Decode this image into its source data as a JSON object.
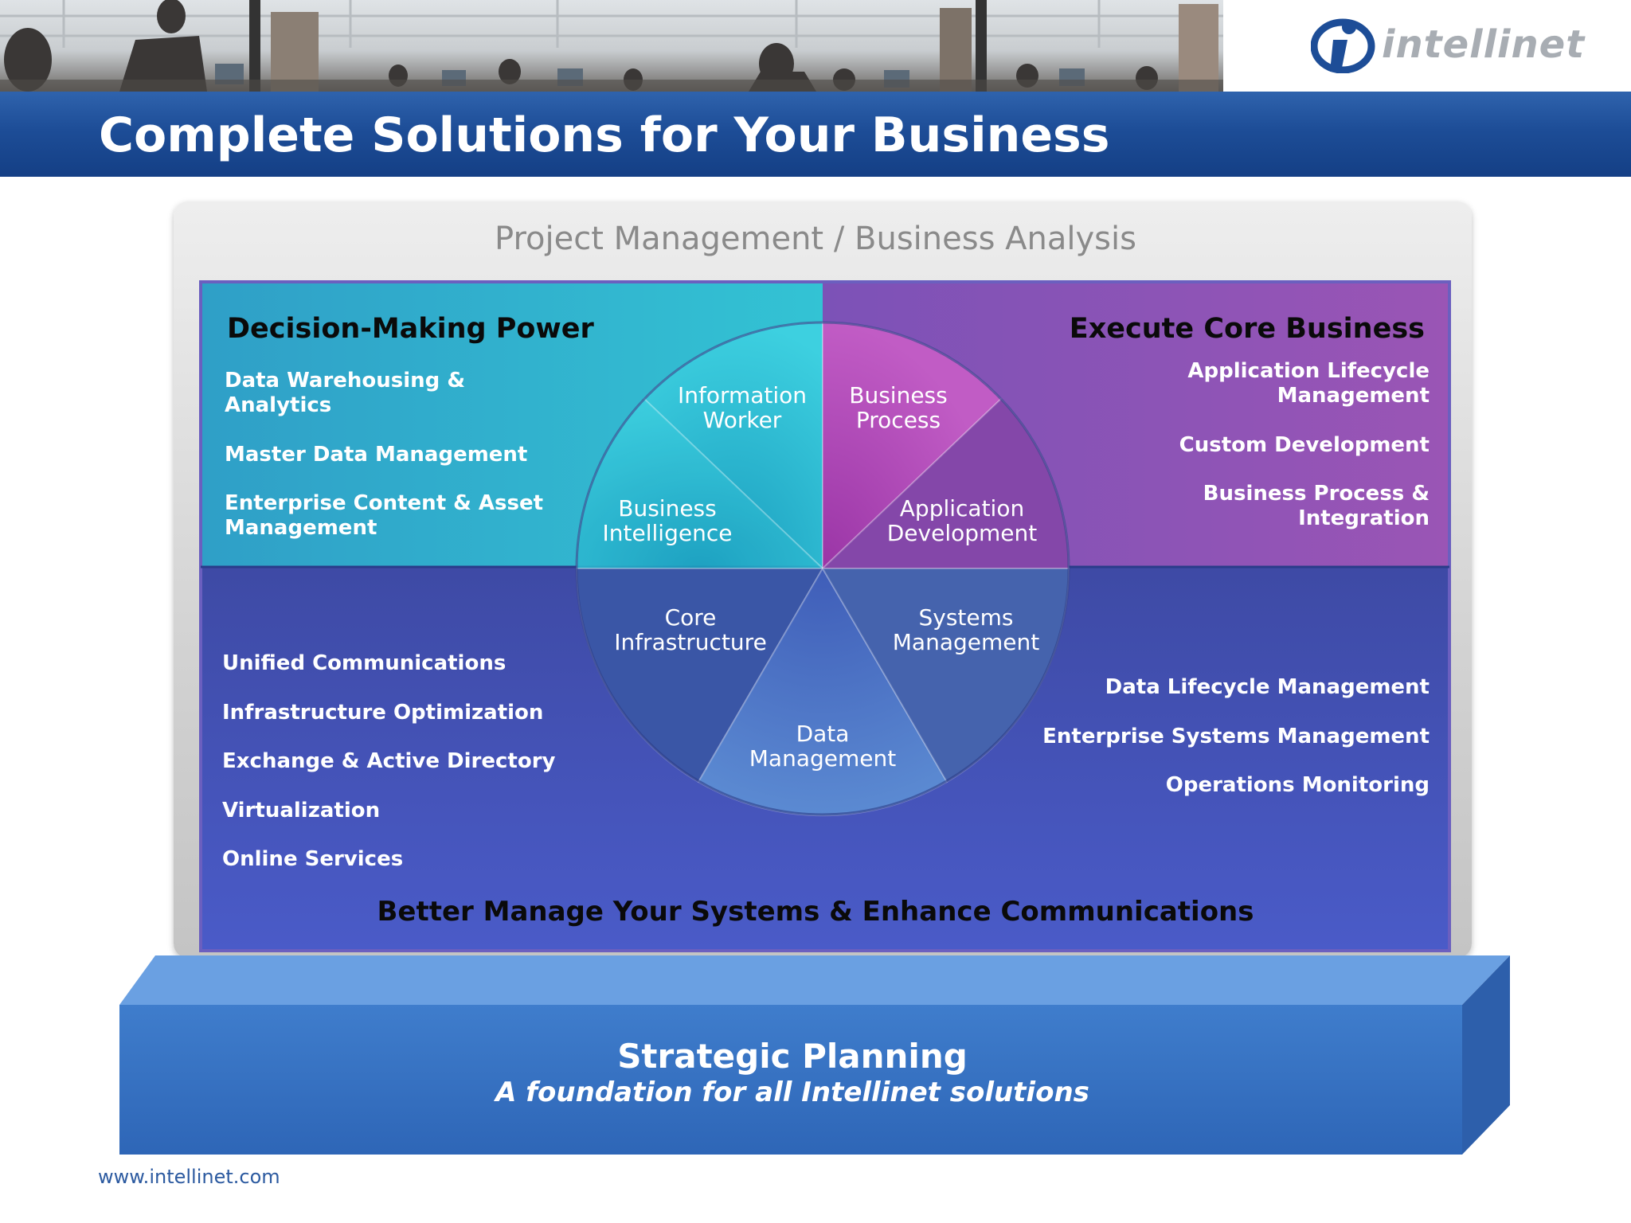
{
  "brand": {
    "logo_text": "intellinet",
    "colors": {
      "primary": "#1d4d97",
      "logo_gray": "#a8adb3",
      "footer_link": "#2c5aa0"
    }
  },
  "header": {
    "title": "Complete Solutions for Your Business"
  },
  "frame": {
    "heading": "Project Management / Business Analysis"
  },
  "quadrants": {
    "top_left": {
      "title": "Decision-Making Power",
      "items": [
        "Data Warehousing & Analytics",
        "Master Data Management",
        "Enterprise Content & Asset Management"
      ],
      "color": "#2fb8cf"
    },
    "top_right": {
      "title": "Execute Core Business",
      "items": [
        "Application Lifecycle Management",
        "Custom Development",
        "Business Process & Integration"
      ],
      "color": "#8a4fb3"
    },
    "bottom_left": {
      "items": [
        "Unified Communications",
        "Infrastructure Optimization",
        "Exchange & Active Directory",
        "Virtualization",
        "Online Services"
      ],
      "color": "#4454b8"
    },
    "bottom_right": {
      "items": [
        "Data Lifecycle Management",
        "Enterprise Systems Management",
        "Operations Monitoring"
      ],
      "color": "#4454b8"
    },
    "bottom_title": "Better Manage Your Systems & Enhance Communications"
  },
  "wheel_segments": {
    "information_worker": "Information\nWorker",
    "business_intelligence": "Business\nIntelligence",
    "business_process": "Business\nProcess",
    "application_development": "Application\nDevelopment",
    "core_infrastructure": "Core\nInfrastructure",
    "systems_management": "Systems\nManagement",
    "data_management": "Data\nManagement"
  },
  "foundation": {
    "title": "Strategic Planning",
    "subtitle": "A foundation for all Intellinet solutions"
  },
  "footer": {
    "url": "www.intellinet.com"
  }
}
